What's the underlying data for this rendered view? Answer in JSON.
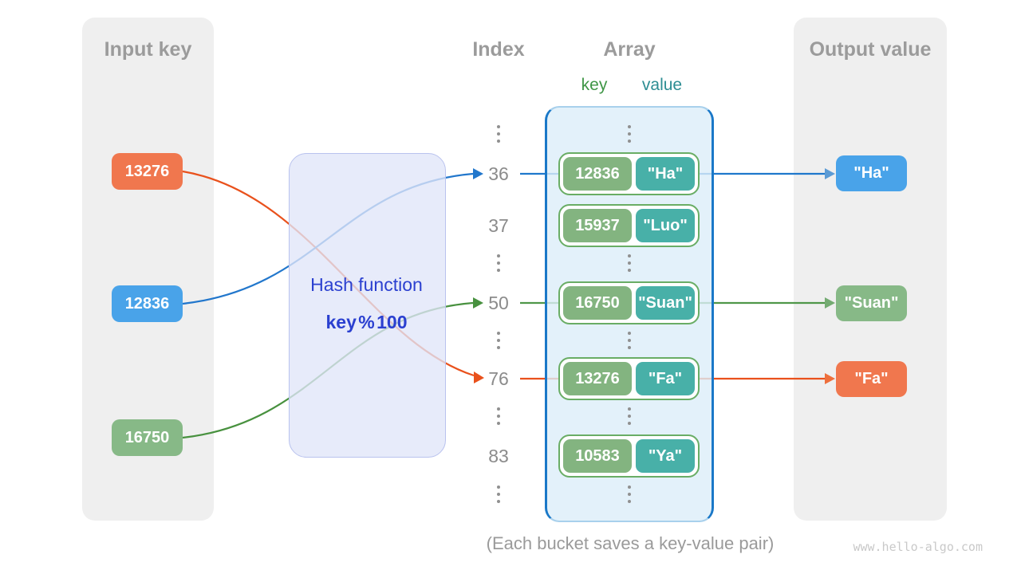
{
  "left_panel": {
    "title": "Input key",
    "keys": [
      "13276",
      "12836",
      "16750"
    ]
  },
  "hash_function": {
    "name": "Hash function",
    "formula": "key % 100"
  },
  "index_column": {
    "title": "Index",
    "ellipsis": "⋮",
    "rows": [
      "36",
      "37",
      "50",
      "76",
      "83"
    ]
  },
  "array_panel": {
    "title": "Array",
    "key_label": "key",
    "value_label": "value",
    "buckets": [
      {
        "key": "12836",
        "value": "\"Ha\""
      },
      {
        "key": "15937",
        "value": "\"Luo\""
      },
      {
        "key": "16750",
        "value": "\"Suan\""
      },
      {
        "key": "13276",
        "value": "\"Fa\""
      },
      {
        "key": "10583",
        "value": "\"Ya\""
      }
    ]
  },
  "output_panel": {
    "title": "Output value",
    "values": [
      "\"Ha\"",
      "\"Suan\"",
      "\"Fa\""
    ]
  },
  "caption": "(Each bucket saves a key-value pair)",
  "watermark": "www.hello-algo.com",
  "colors": {
    "panel_bg": "#efefef",
    "heading_gray": "#9b9b9b",
    "orange": "#f0774e",
    "blue": "#49a3e9",
    "green": "#87b987",
    "teal": "#48b0a8",
    "pair_border": "#69ad65",
    "array_border": "#1a78c8",
    "array_bg": "#e3f1fa",
    "hash_bg": "#e7ebf9",
    "hash_border": "#b9c2ee",
    "hash_text": "#2b40d0",
    "line_orange": "#e9511c",
    "line_blue": "#2277cc",
    "line_green": "#48913f"
  }
}
